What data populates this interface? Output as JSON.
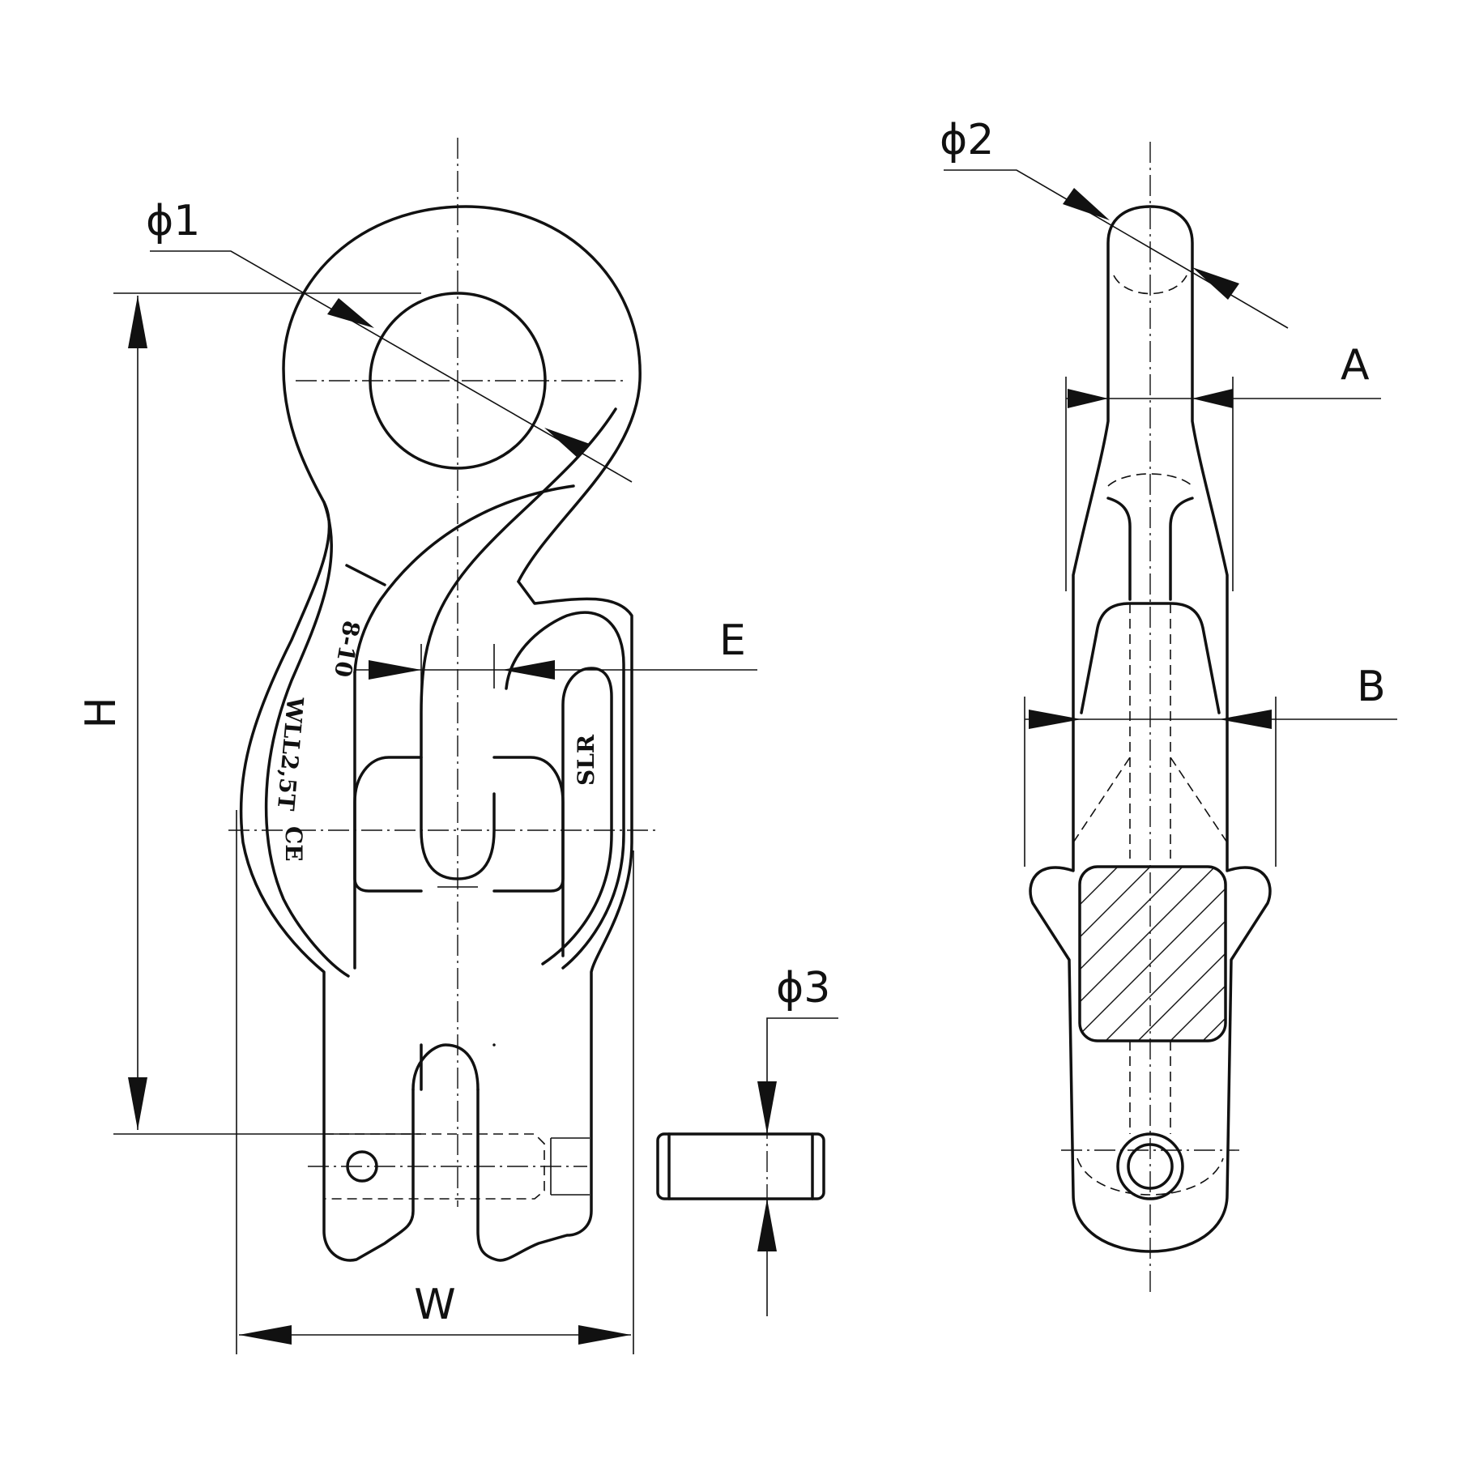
{
  "dimensions": {
    "phi1": "ϕ1",
    "phi2": "ϕ2",
    "phi3": "ϕ3",
    "A": "A",
    "B": "B",
    "E": "E",
    "H": "H",
    "W": "W"
  },
  "markings": {
    "grade": "8-10",
    "wll": "WLL2,5T",
    "ce": "CE",
    "maker": "SLR"
  }
}
